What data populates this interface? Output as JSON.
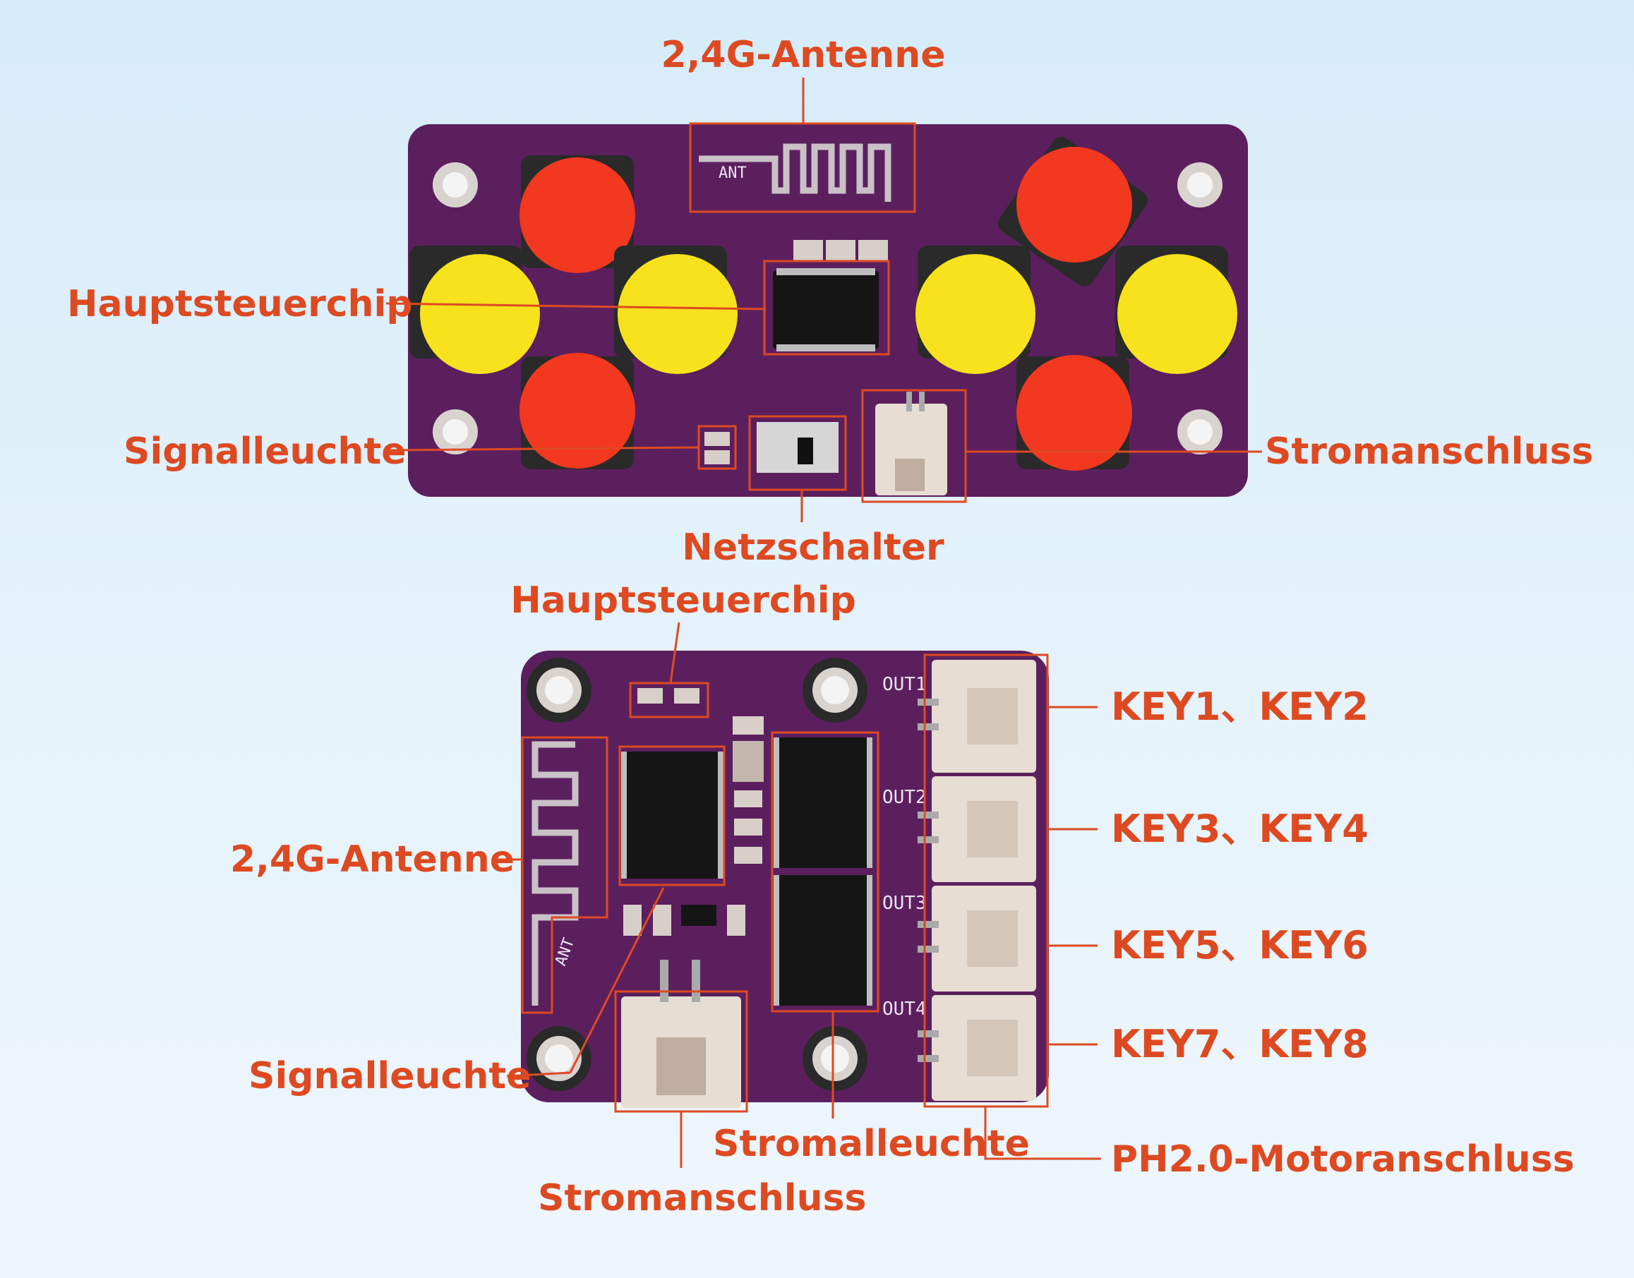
{
  "colors": {
    "background": "#dcedf8",
    "pcb": "#5b1f5e",
    "label": "#dd4a22",
    "leader": "#dd4a22",
    "button_red": "#f2381f",
    "button_yellow": "#f7e21d"
  },
  "transmitter": {
    "labels": {
      "antenna": "2,4G-Antenne",
      "main_chip": "Hauptsteuerchip",
      "signal_light": "Signalleuchte",
      "power_switch": "Netzschalter",
      "power_port": "Stromanschluss"
    },
    "silkscreen": {
      "ant": "ANT"
    }
  },
  "receiver": {
    "labels": {
      "main_chip": "Hauptsteuerchip",
      "antenna": "2,4G-Antenne",
      "signal_light": "Signalleuchte",
      "power_light": "Stromalleuchte",
      "power_port": "Stromanschluss",
      "motor_port": "PH2.0-Motoranschluss"
    },
    "keys": [
      "KEY1、KEY2",
      "KEY3、KEY4",
      "KEY5、KEY6",
      "KEY7、KEY8"
    ],
    "silkscreen": {
      "ant": "ANT",
      "outs": [
        "OUT1",
        "OUT2",
        "OUT3",
        "OUT4"
      ]
    }
  }
}
